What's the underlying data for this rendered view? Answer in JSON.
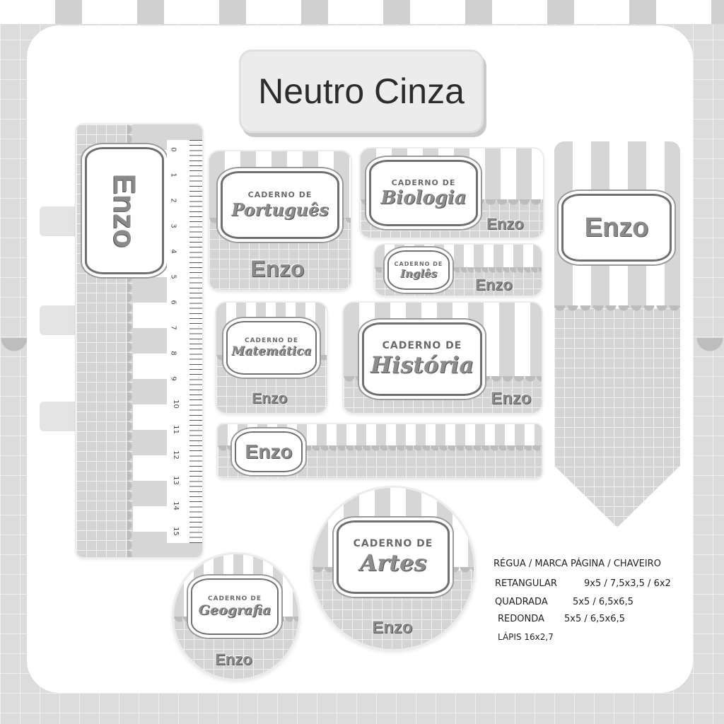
{
  "title": "Neutro Cinza",
  "caderno_de": "CADERNO DE",
  "name": "Enzo",
  "subjects": {
    "portugues": "Português",
    "biologia": "Biologia",
    "ingles": "Inglês",
    "matematica": "Matemática",
    "historia": "História",
    "artes": "Artes",
    "geografia": "Geografia"
  },
  "ruler_numbers": [
    "0",
    "1",
    "2",
    "3",
    "4",
    "5",
    "6",
    "7",
    "8",
    "9",
    "10",
    "11",
    "12",
    "13",
    "14",
    "15"
  ],
  "specs": {
    "line1": "RÉGUA / MARCA PÁGINA /  CHAVEIRO",
    "retangular_label": "RETANGULAR",
    "retangular_sizes": "9x5  / 7,5x3,5   / 6x2",
    "quadrada_label": "QUADRADA",
    "quadrada_sizes": "5x5  / 6,5x6,5",
    "redonda_label": "REDONDA",
    "redonda_sizes": "5x5 / 6,5x6,5",
    "lapis": "LÁPIS 16x2,7"
  },
  "colors": {
    "light_gray": "#d6d6d6",
    "mid_gray": "#8a8a8a",
    "dark_text": "#2c2c2c"
  }
}
